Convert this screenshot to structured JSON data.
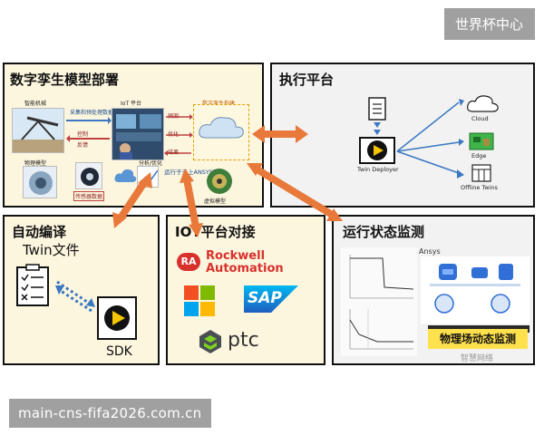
{
  "badges": {
    "top": "世界杯中心",
    "bottom": "main-cns-fifa2026.com.cn"
  },
  "panels": {
    "twin": {
      "title": "数字孪生模型部署",
      "labels": {
        "smart_machine": "智能机械",
        "iot_platform": "IoT 平台",
        "twin_builder": "数字孪生构建",
        "physical_model": "物理模型",
        "sensor_data": "传感器数据",
        "analysis": "分析/优化",
        "virtual_model": "虚拟模型",
        "deploy": "运行于云上ANSYS平台",
        "collect": "采集和预处理数据",
        "control": "控制",
        "feedback": "反馈",
        "predict": "预测",
        "optimize": "优化",
        "result": "结果"
      }
    },
    "exec": {
      "title": "执行平台",
      "deployer_label": "Twin Deployer",
      "targets": [
        "Cloud",
        "Edge",
        "Offline Twins"
      ]
    },
    "auto": {
      "title": "自动编译",
      "file_label": "Twin文件",
      "sdk_label": "SDK"
    },
    "iot": {
      "title": "IOT平台对接",
      "rockwell_badge": "RA",
      "rockwell_line1": "Rockwell",
      "rockwell_line2": "Automation",
      "sap": "SAP",
      "ptc": "ptc"
    },
    "mon": {
      "title": "运行状态监测",
      "vendor": "Ansys",
      "caption": "物理场动态监测",
      "watermark": "智慧网络"
    }
  },
  "colors": {
    "panel_warm": "#fdf6df",
    "panel_cool": "#f2f2f2",
    "arrow": "#e8793a",
    "flow": "#3a78c2",
    "play": "#f5c400"
  }
}
